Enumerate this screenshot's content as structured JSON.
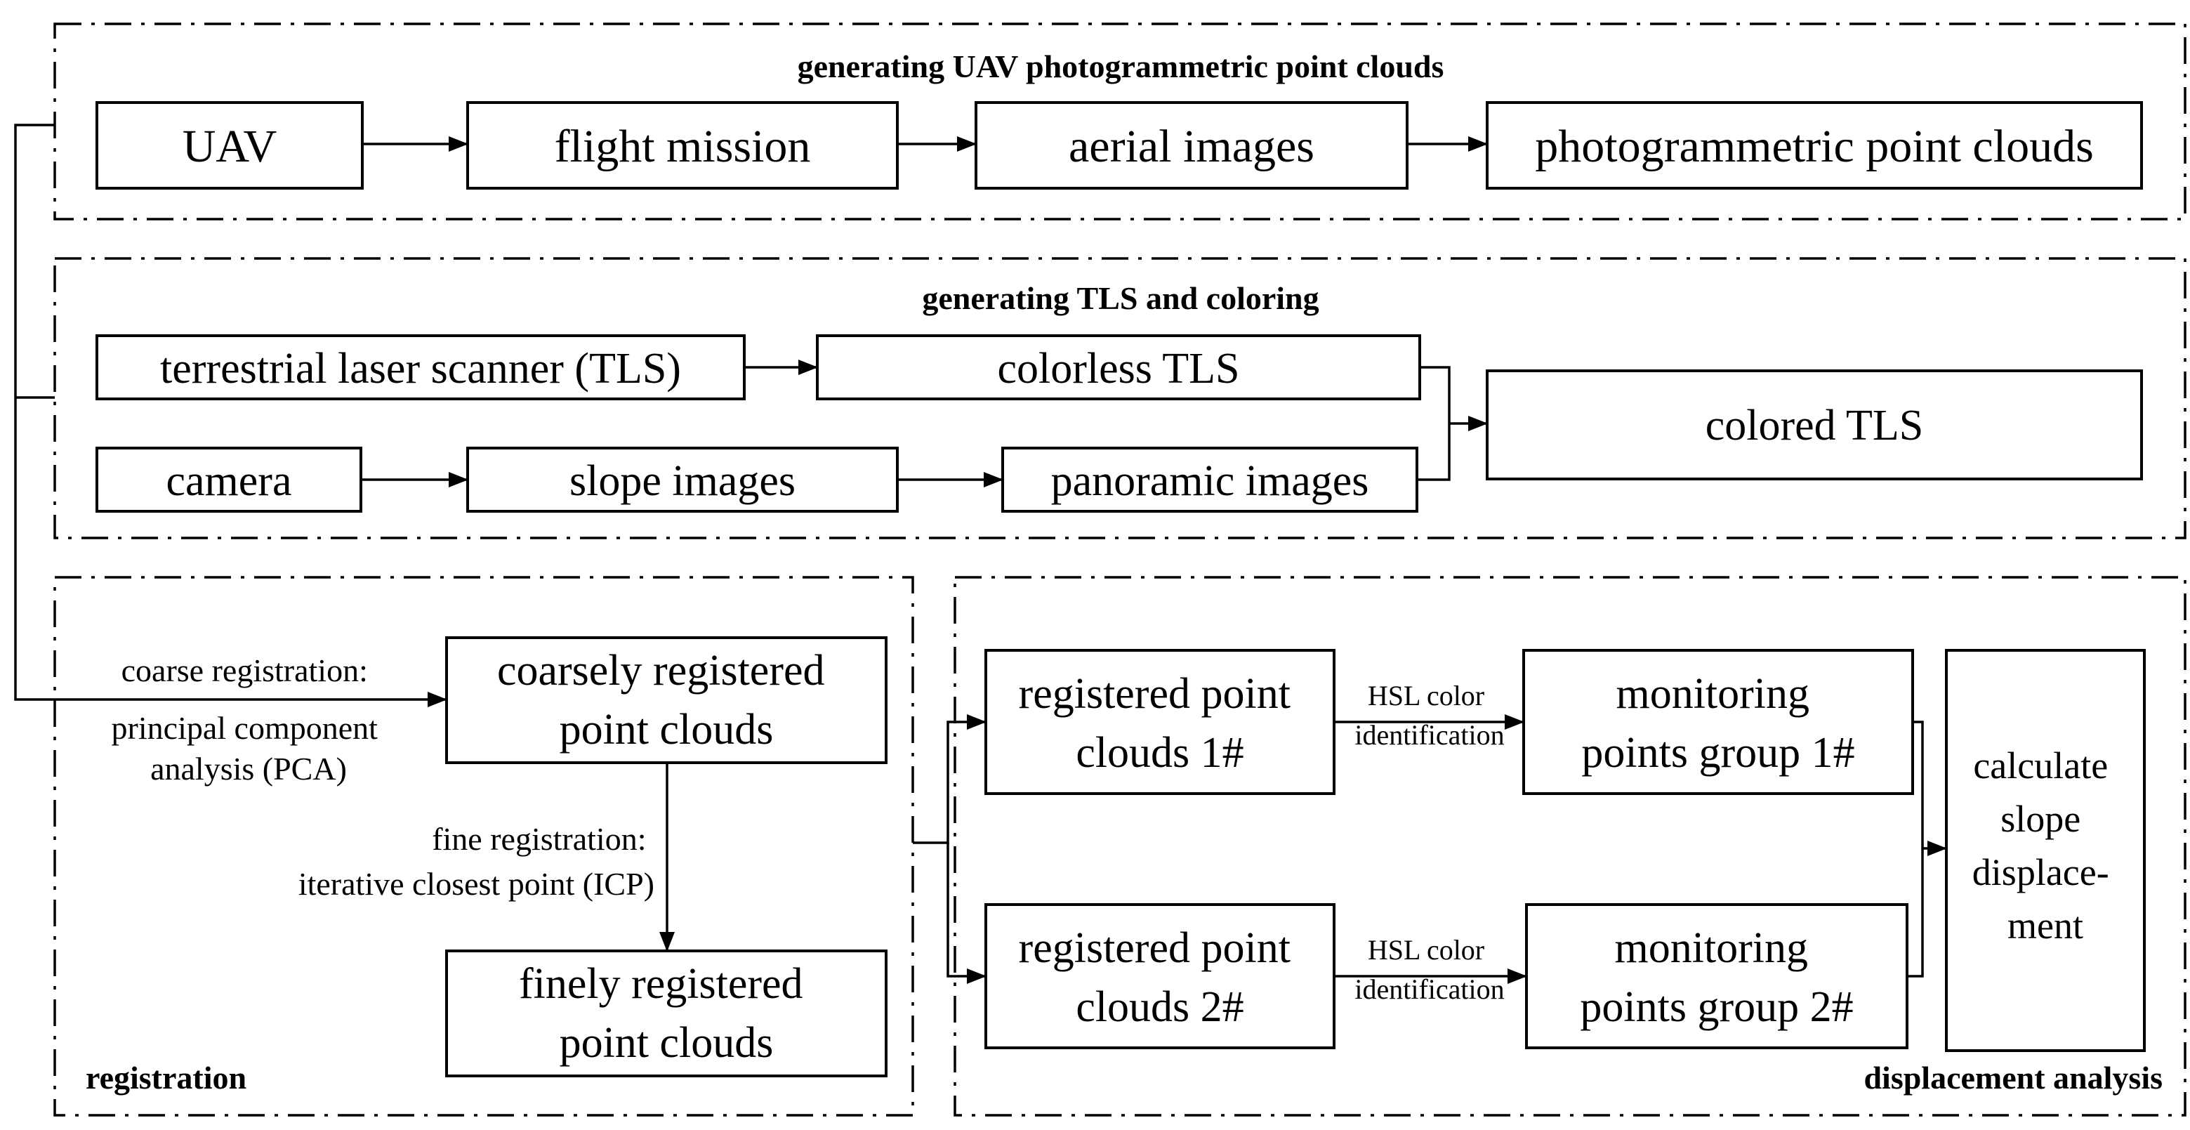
{
  "groups": {
    "uav": {
      "title": "generating UAV photogrammetric point clouds"
    },
    "tls": {
      "title": "generating TLS and coloring"
    },
    "registration": {
      "title": "registration"
    },
    "displacement": {
      "title": "displacement analysis"
    }
  },
  "nodes": {
    "uav": "UAV",
    "flight_mission": "flight mission",
    "aerial_images": "aerial images",
    "photogrammetric_point_clouds": "photogrammetric point clouds",
    "tls_scanner": "terrestrial laser scanner (TLS)",
    "colorless_tls": "colorless TLS",
    "camera": "camera",
    "slope_images": "slope images",
    "panoramic_images": "panoramic images",
    "colored_tls": "colored TLS",
    "coarsely_registered": [
      "coarsely registered",
      "point clouds"
    ],
    "finely_registered": [
      "finely registered",
      "point clouds"
    ],
    "registered_1": [
      "registered point",
      "clouds 1#"
    ],
    "registered_2": [
      "registered point",
      "clouds 2#"
    ],
    "monitoring_1": [
      "monitoring",
      "points group 1#"
    ],
    "monitoring_2": [
      "monitoring",
      "points group 2#"
    ],
    "calculate": [
      "calculate",
      "slope",
      "displace-",
      "ment"
    ]
  },
  "labels": {
    "coarse": [
      "coarse registration:",
      "principal component",
      "analysis (PCA)"
    ],
    "fine": [
      "fine registration:",
      "iterative closest point (ICP)"
    ],
    "hsl_1": [
      "HSL color",
      "identification"
    ],
    "hsl_2": [
      "HSL color",
      "identification"
    ]
  }
}
